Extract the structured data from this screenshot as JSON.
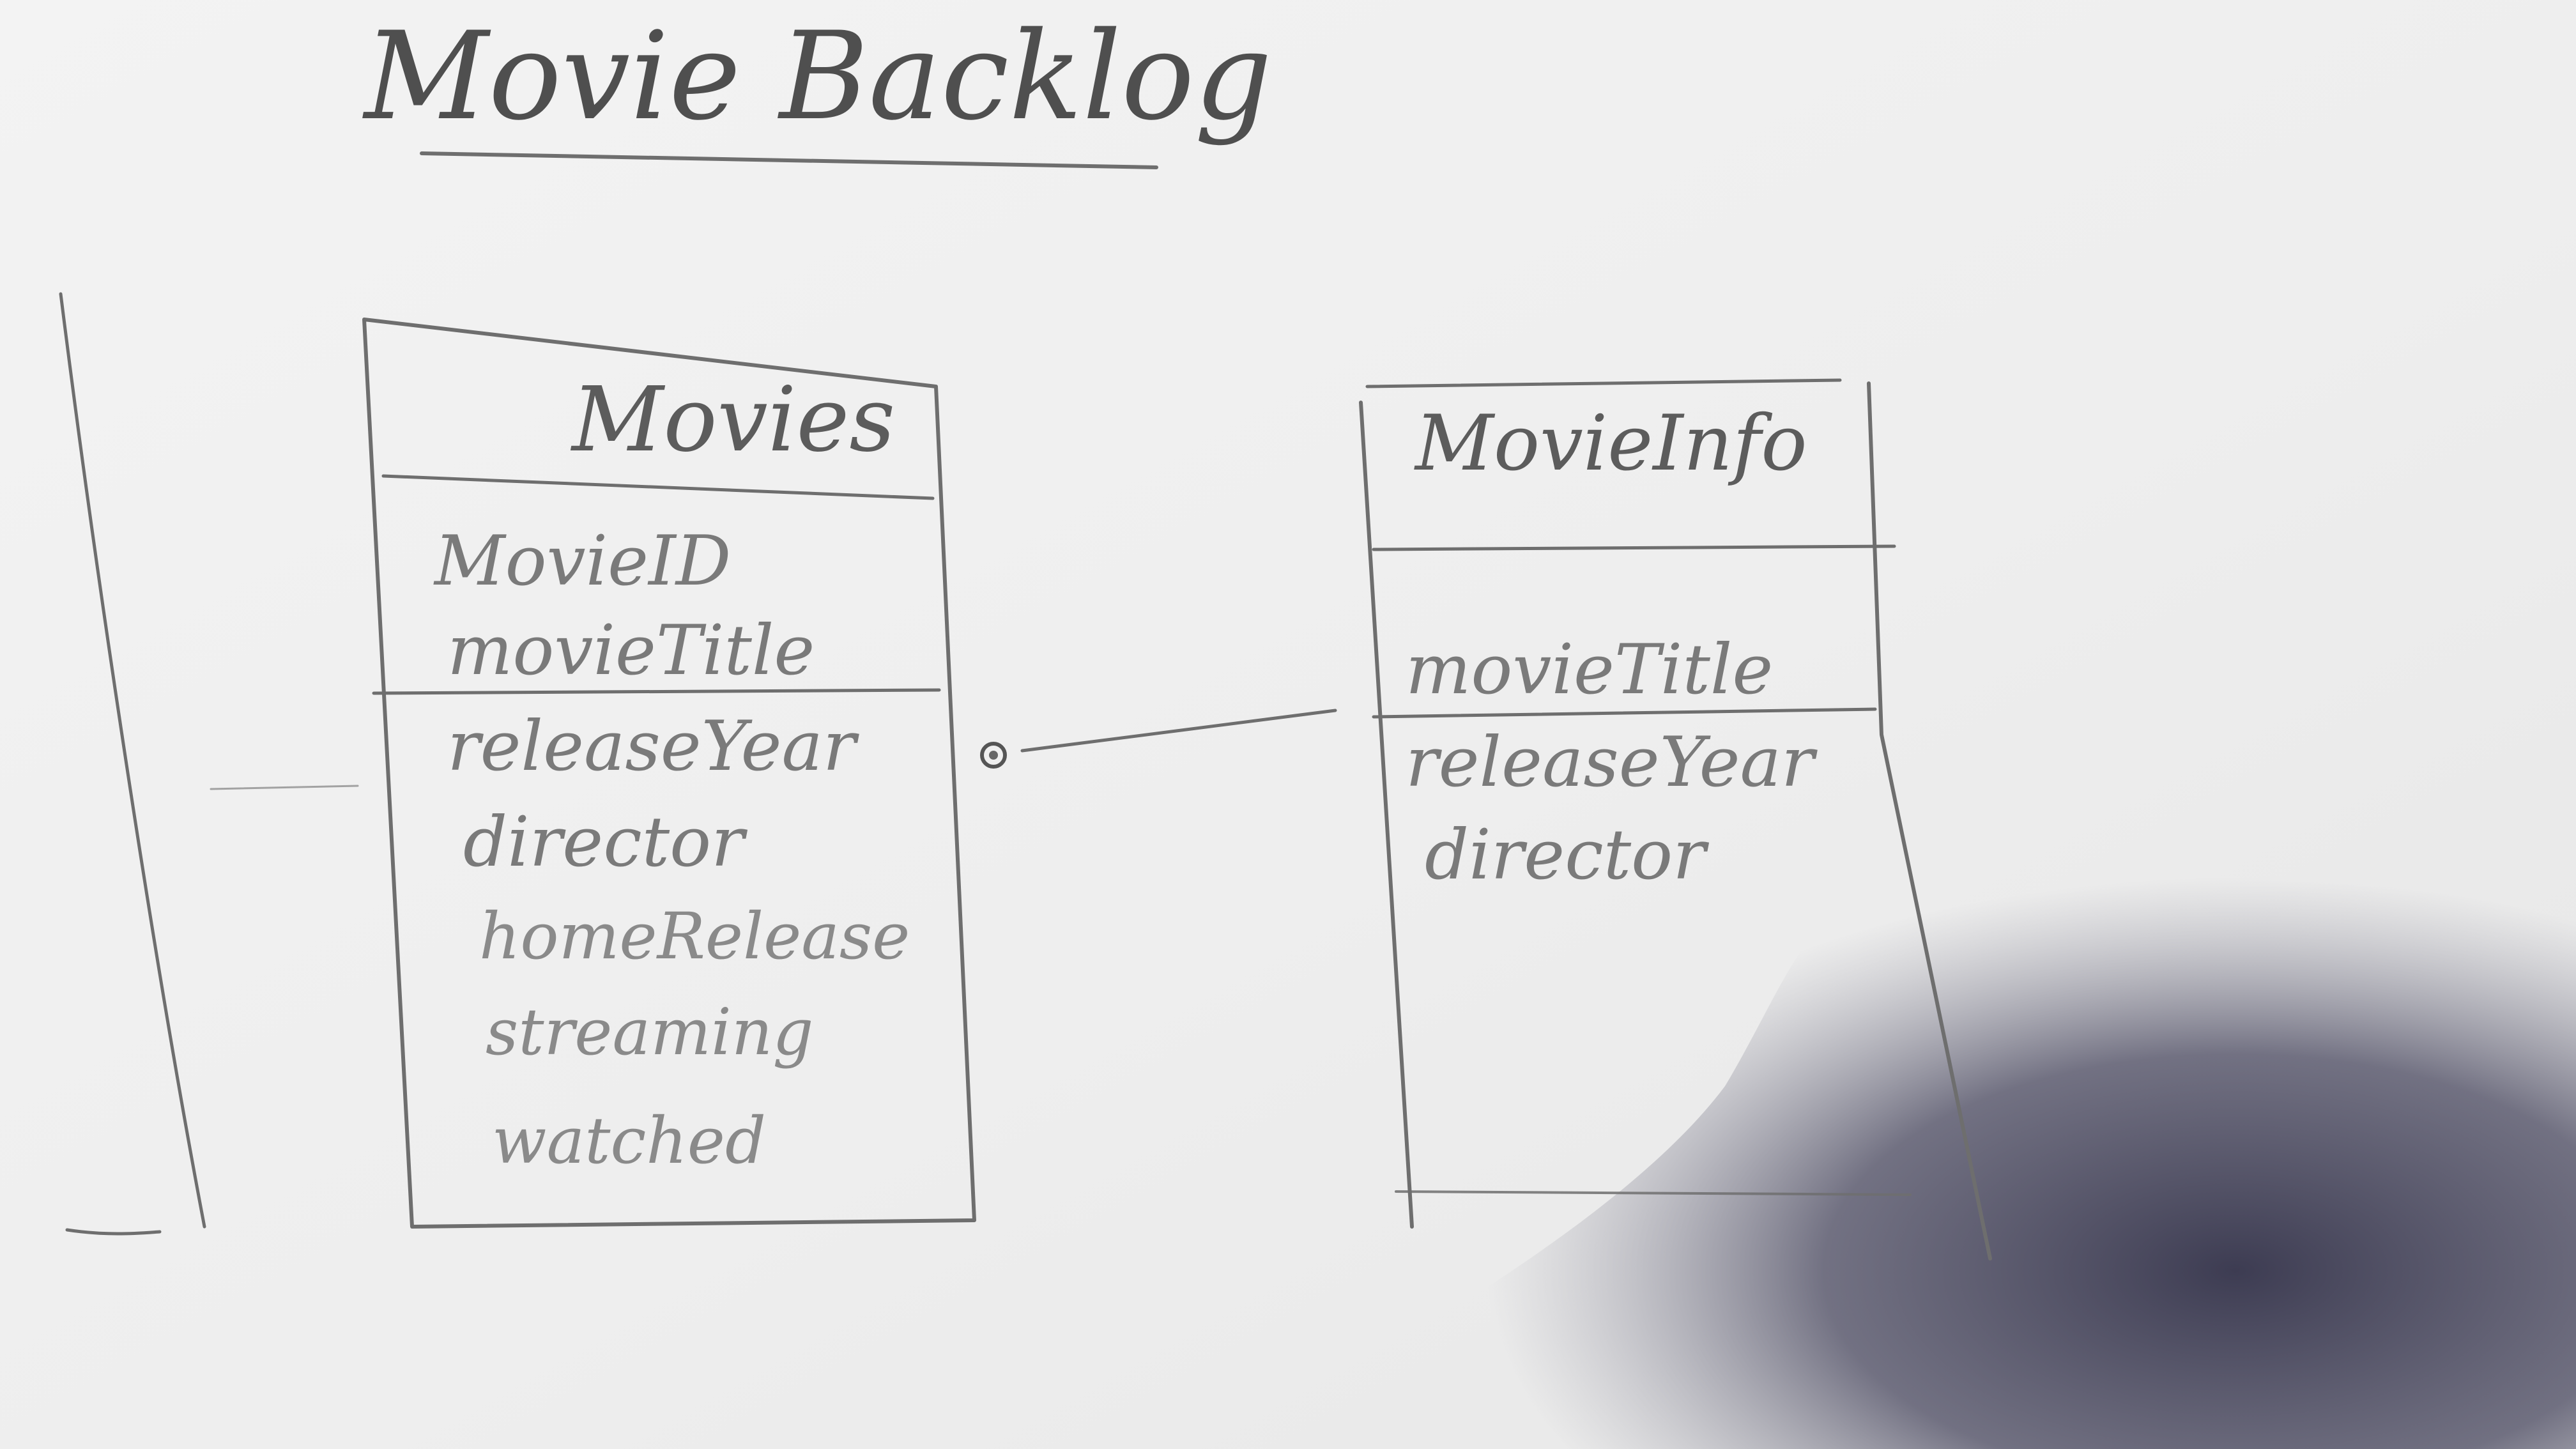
{
  "title": "Movie Backlog",
  "entities": {
    "movies": {
      "name": "Movies",
      "key_fields": [
        "MovieID",
        "movieTitle"
      ],
      "fields": [
        "releaseYear",
        "director",
        "homeRelease",
        "streaming",
        "watched"
      ]
    },
    "movie_info": {
      "name": "MovieInfo",
      "key_fields": [
        "movieTitle"
      ],
      "fields": [
        "releaseYear",
        "director"
      ]
    }
  },
  "relationship": {
    "from": "Movies",
    "to": "MovieInfo",
    "from_end_marker": "circle"
  },
  "colors": {
    "paper": "#f2f2f2",
    "shadow": "#3b3a52",
    "pencil": "#6e6e6e"
  }
}
